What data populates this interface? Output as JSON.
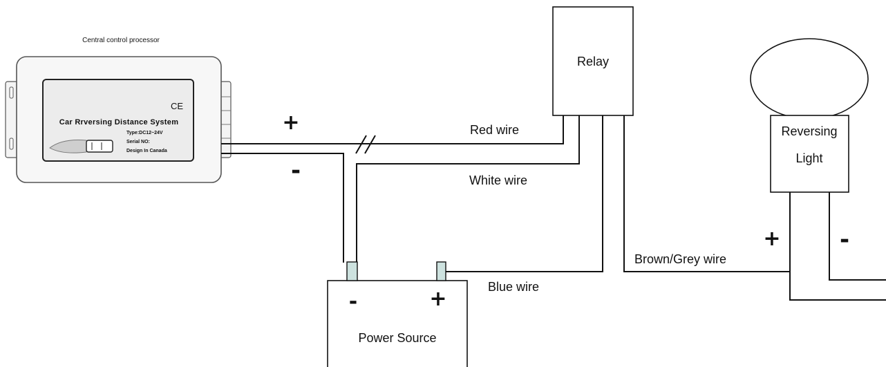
{
  "processor": {
    "caption": "Central control processor",
    "title": "Car Rrversing Distance System",
    "ce_mark": "CE",
    "type_line": "Type:DC12~24V",
    "serial_line": "Serial NO:",
    "design_line": "Design In Canada"
  },
  "relay": {
    "label": "Relay"
  },
  "reversing_light": {
    "label_line1": "Reversing",
    "label_line2": "Light"
  },
  "power_source": {
    "label": "Power Source",
    "neg": "-",
    "pos": "+"
  },
  "wires": {
    "red": "Red wire",
    "white": "White wire",
    "blue": "Blue wire",
    "brown_grey": "Brown/Grey wire"
  },
  "polarity": {
    "proc_pos": "+",
    "proc_neg": "-",
    "light_pos": "+",
    "light_neg": "-"
  },
  "colors": {
    "terminal": "#cde2df",
    "line": "#111111"
  }
}
